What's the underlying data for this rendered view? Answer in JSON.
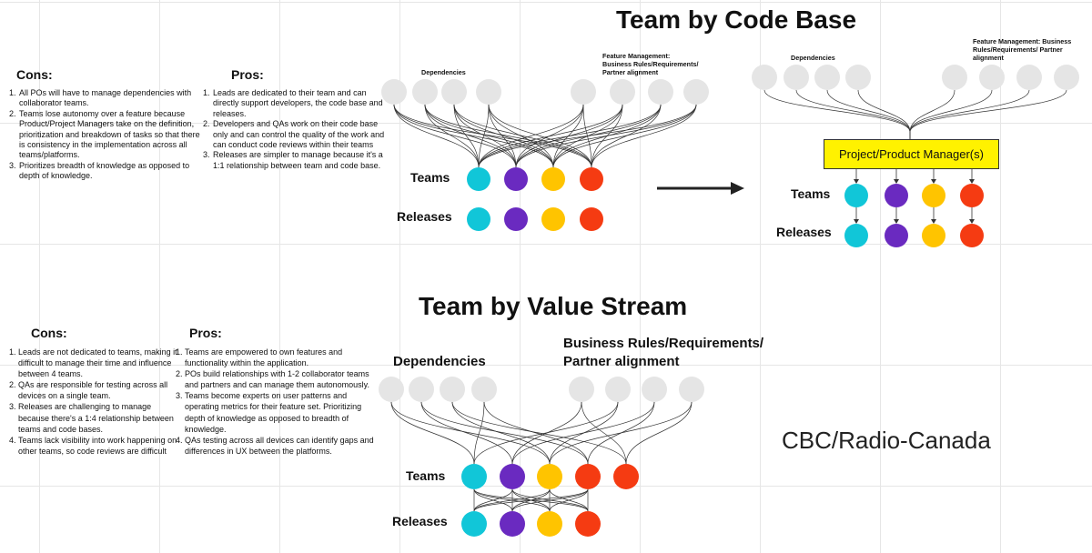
{
  "titles": {
    "code_base": "Team by Code Base",
    "value_stream": "Team by Value Stream"
  },
  "top": {
    "cons_heading": "Cons:",
    "cons": [
      "All POs will have to manage dependencies with collaborator teams.",
      "Teams lose autonomy over a feature because Product/Project Managers  take on the definition, prioritization and breakdown of tasks so that there is consistency in the implementation across all teams/platforms.",
      "Prioritizes breadth of knowledge as opposed to depth of knowledge."
    ],
    "pros_heading": "Pros:",
    "pros": [
      "Leads are dedicated to their team and can directly support developers, the code base and releases.",
      "Developers and QAs work on their code base only and can control the quality of the work and can conduct code reviews within their teams",
      "Releases are simpler to manage because it's a 1:1 relationship between team and code base."
    ],
    "dependencies_label": "Dependencies",
    "feature_label": "Feature Management: Business Rules/Requirements/ Partner alignment",
    "teams_label": "Teams",
    "releases_label": "Releases",
    "right_dependencies_label": "Dependencies",
    "right_feature_label": "Feature Management: Business Rules/Requirements/ Partner alignment",
    "pm_label": "Project/Product Manager(s)",
    "right_teams_label": "Teams",
    "right_releases_label": "Releases"
  },
  "bottom": {
    "cons_heading": "Cons:",
    "cons": [
      "Leads are not dedicated to teams, making it difficult to manage their time and influence between 4 teams.",
      "QAs are responsible for testing across all devices on a single team.",
      "Releases are challenging to manage because there's a 1:4 relationship between teams and code bases.",
      "Teams lack visibility into work happening on other teams, so code reviews are difficult"
    ],
    "pros_heading": "Pros:",
    "pros": [
      "Teams are empowered to own features and functionality within the application.",
      "POs build relationships with 1-2 collaborator teams and partners and can manage them autonomously.",
      "Teams become experts on user patterns and operating metrics for their feature set. Prioritizing depth of knowledge as opposed to breadth of knowledge.",
      "QAs testing across all devices can identify gaps and differences in UX between the platforms."
    ],
    "dependencies_label": "Dependencies",
    "business_label": "Business Rules/Requirements/ Partner alignment",
    "teams_label": "Teams",
    "releases_label": "Releases"
  },
  "brand": "CBC/Radio-Canada",
  "colors": {
    "cyan": "#11c6d8",
    "purple": "#6a2ac0",
    "yellow": "#ffc400",
    "red": "#f53b12",
    "grey_node": "#e5e5e5",
    "pm_box": "#fff200"
  }
}
